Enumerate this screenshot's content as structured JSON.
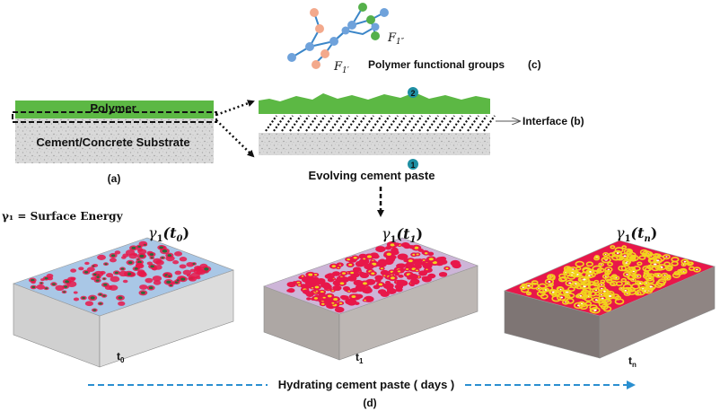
{
  "substrate": {
    "polymer_label": "Polymer",
    "substrate_label": "Cement/Concrete Substrate",
    "panel_label": "(a)"
  },
  "interface": {
    "label": "Interface (b)",
    "marker_top": "2",
    "marker_bottom": "1",
    "paste_label": "Evolving cement paste"
  },
  "polymer": {
    "groups_label": "Polymer functional groups",
    "panel_label": "(c)",
    "f1_prime": "F",
    "f1_prime_sub": "1′",
    "f1_dprime": "F",
    "f1_dprime_sub": "1″"
  },
  "surface_energy": {
    "definition": "γ₁ = Surface Energy",
    "blocks": [
      {
        "gamma": "γ",
        "gamma_sub": "1",
        "arg": "(t",
        "arg_sub": "0",
        "close": ")",
        "time": "t",
        "time_sub": "0"
      },
      {
        "gamma": "γ",
        "gamma_sub": "1",
        "arg": "(t",
        "arg_sub": "1",
        "close": ")",
        "time": "t",
        "time_sub": "1"
      },
      {
        "gamma": "γ",
        "gamma_sub": "1",
        "arg": "(t",
        "arg_sub": "n",
        "close": ")",
        "time": "t",
        "time_sub": "n"
      }
    ]
  },
  "timeline": {
    "label": "Hydrating cement paste ( days )",
    "panel_label": "(d)"
  },
  "colors": {
    "polymer_green": "#5cb844",
    "concrete_gray": "#d7d7d7",
    "surface_blue": "#a9c7e6",
    "pore_red": "#e8174a",
    "ring_yellow": "#f2d21e",
    "arrow_blue": "#2a8fd0",
    "marker_teal": "#1f8fa3"
  }
}
